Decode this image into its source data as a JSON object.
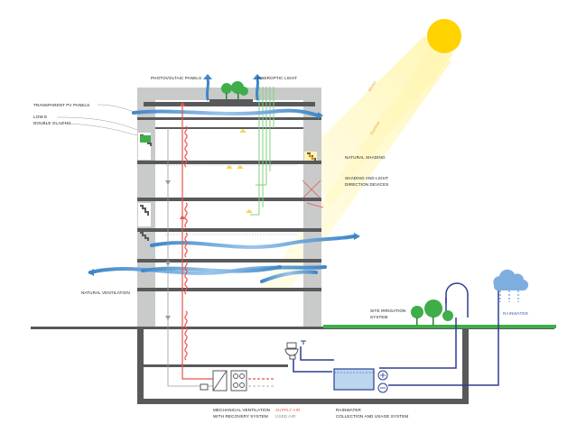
{
  "labels": {
    "photovoltaic_panels": "PHOTOVOLTAIC PANELS",
    "fiberoptic_light": "FIBEROPTIC LIGHT",
    "transparent_pv": "TRANSPARENT PV PANELS",
    "low_e_1": "LOW E",
    "low_e_2": "DOUBLE GLAZING",
    "winter": "Winter",
    "summer": "Summer",
    "natural_shading": "NATURAL SHADING",
    "shading_1": "SHADING AND LIGHT",
    "shading_2": "DIRECTION DEVICES",
    "natural_ventilation": "NATURAL VENTILATION",
    "site_irrigation_1": "SITE IRRIGATION",
    "site_irrigation_2": "SYSTEM",
    "rainwater": "RAINWATER",
    "mech_vent_1": "MECHANICAL VENTILATION",
    "mech_vent_2": "WITH RECOVERY SYSTEM",
    "supply_air": "SUPPLY AIR",
    "used_air": "USED AIR",
    "rain_collect_1": "RAINWATER",
    "rain_collect_2": "COLLECTION AND USAGE SYSTEM"
  },
  "colors": {
    "wall": "#58595b",
    "concrete": "#c9caca",
    "sun": "#ffd200",
    "light_beam": "#fff5a8",
    "air_blue": "#3f87c9",
    "pipe_blue": "#2b3f8f",
    "supply_red": "#e8554e",
    "green": "#3fae49",
    "cloud": "#7eaee0"
  }
}
